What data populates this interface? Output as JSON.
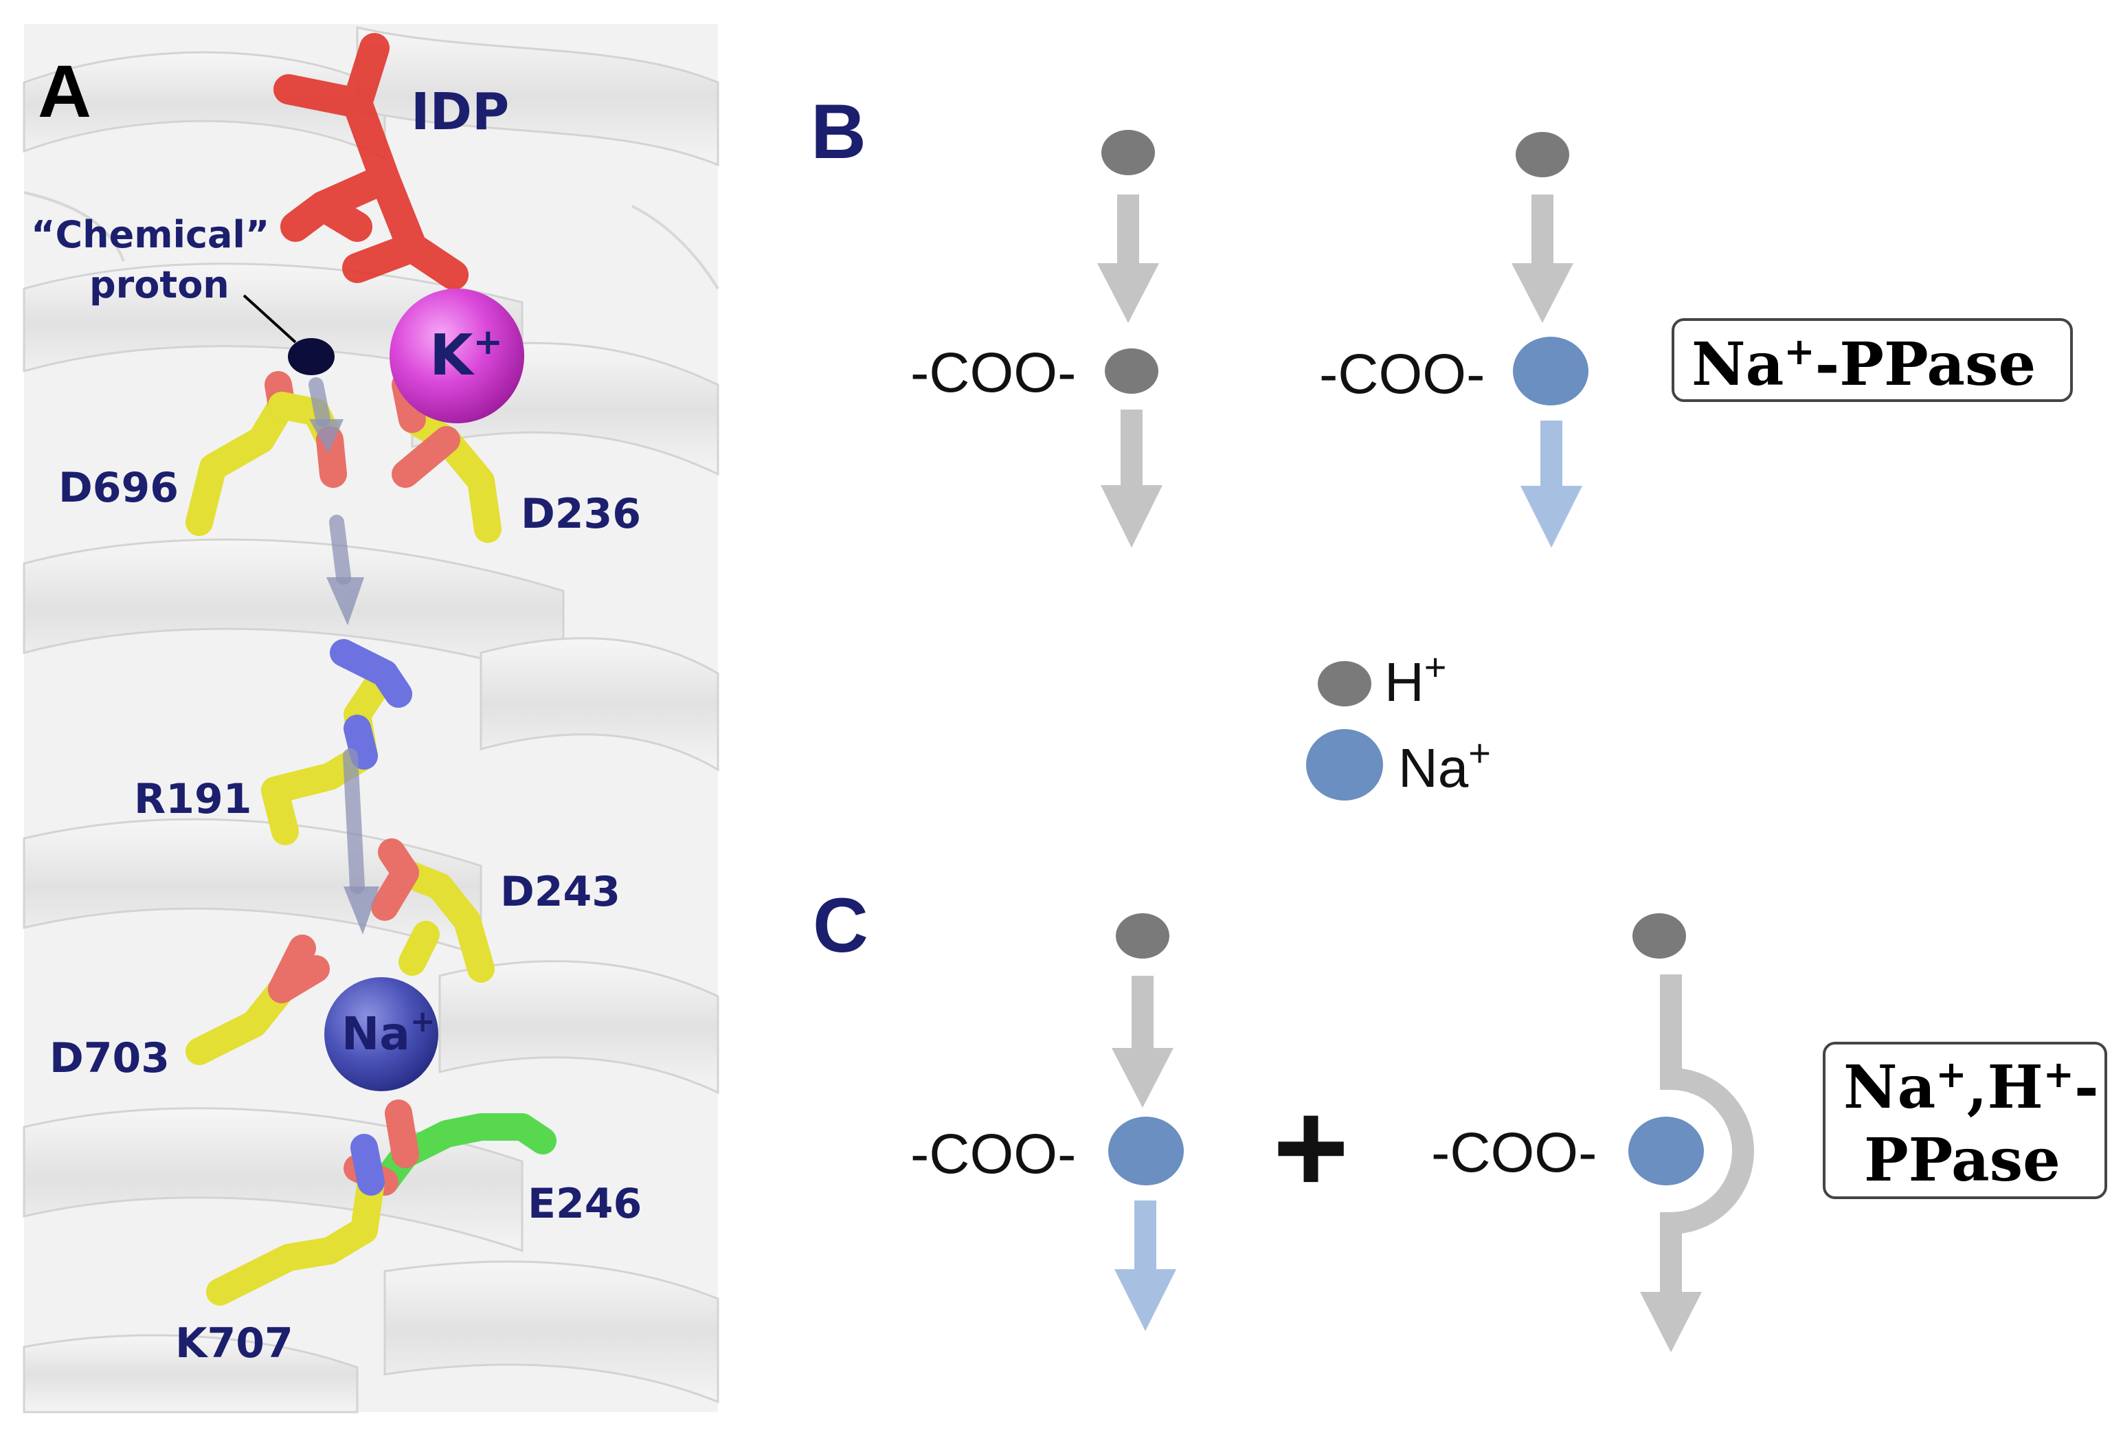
{
  "colors": {
    "proton": "#7a7a7a",
    "sodium": "#6a8fc0",
    "arrow_gray": "#c4c4c4",
    "arrow_blue": "#a7c0e2",
    "label_navy": "#1c1f6e",
    "potassium": "#d63fd6",
    "ligand_red": "#e23a32",
    "carbon_yellow": "#e3df34",
    "carbon_green": "#57d84f"
  },
  "panel_a": {
    "letter": "A",
    "ligand": "IDP",
    "chemical_proton_line1": "“Chemical”",
    "chemical_proton_line2": "proton",
    "potassium": {
      "base": "K",
      "sup": "+"
    },
    "sodium": {
      "base": "Na",
      "sup": "+"
    },
    "residues": {
      "d696": "D696",
      "d236": "D236",
      "r191": "R191",
      "d243": "D243",
      "d703": "D703",
      "e246": "E246",
      "k707": "K707"
    }
  },
  "panel_b": {
    "letter": "B",
    "group_left": "-COO-",
    "group_right": "-COO-",
    "box": {
      "base": "Na",
      "sup": "+",
      "rest": "-PPase"
    }
  },
  "legend": {
    "h": {
      "base": "H",
      "sup": "+"
    },
    "na": {
      "base": "Na",
      "sup": "+"
    }
  },
  "panel_c": {
    "letter": "C",
    "group_left": "-COO-",
    "plus": "+",
    "group_right": "-COO-",
    "box": {
      "l1_na": "Na",
      "l1_sup1": "+",
      "l1_h": ",H",
      "l1_sup2": "+",
      "l1_dash": "-",
      "l2": "PPase"
    }
  }
}
